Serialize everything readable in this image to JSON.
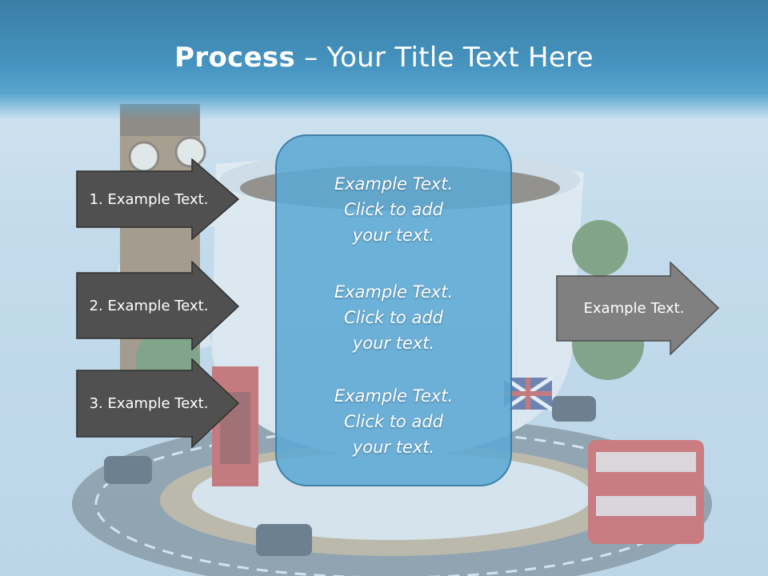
{
  "title": {
    "bold": "Process",
    "rest": " – Your Title Text Here"
  },
  "left_arrows": [
    {
      "label": "1. Example Text."
    },
    {
      "label": "2. Example Text."
    },
    {
      "label": "3. Example Text."
    }
  ],
  "right_arrow": {
    "label": "Example Text."
  },
  "center_blocks": [
    {
      "lines": [
        "Example Text.",
        "Click  to add",
        "your text."
      ]
    },
    {
      "lines": [
        "Example Text.",
        "Click  to add",
        "your text."
      ]
    },
    {
      "lines": [
        "Example Text.",
        "Click  to add",
        "your text."
      ]
    }
  ],
  "colors": {
    "banner": "#4694c0",
    "dark_arrow": "#505050",
    "light_arrow": "#808080",
    "panel": "#5ca8d4"
  }
}
